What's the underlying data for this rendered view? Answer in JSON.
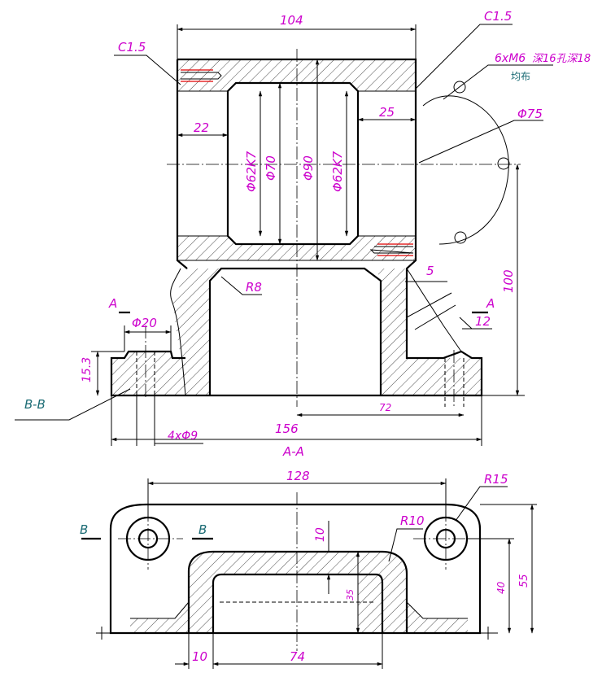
{
  "view_upper": {
    "chamfer_left": "C1.5",
    "chamfer_right": "C1.5",
    "width_top": "104",
    "thread_note": "6xM6",
    "thread_depth_note": "深16孔深18",
    "thread_note_sub": "均布",
    "bolt_circle_dia": "Φ75",
    "bore_left": "Φ62K7",
    "bore_middle1": "Φ70",
    "bore_middle2": "Φ90",
    "bore_right": "Φ62K7",
    "dim_22": "22",
    "dim_25": "25",
    "radius_r8": "R8",
    "dim_5": "5",
    "dim_12": "12",
    "height_100": "100",
    "hole_dia_20": "Φ20",
    "dim_15_3": "15.3",
    "section_a_left": "A",
    "section_a_right": "A",
    "section_bb": "B-B",
    "holes_note": "4xΦ9",
    "dim_72": "72",
    "dim_156": "156",
    "view_title": "A-A"
  },
  "view_lower": {
    "width_128": "128",
    "radius_r15": "R15",
    "radius_r10": "R10",
    "section_b_left": "B",
    "section_b_right": "B",
    "dim_10_vert": "10",
    "dim_35": "35",
    "dim_40": "40",
    "dim_55": "55",
    "dim_10_bottom": "10",
    "dim_74": "74"
  },
  "colors": {
    "dimension": "#cc00cc",
    "label": "#1b6b74",
    "thread": "#e00000",
    "outline": "#000000"
  }
}
